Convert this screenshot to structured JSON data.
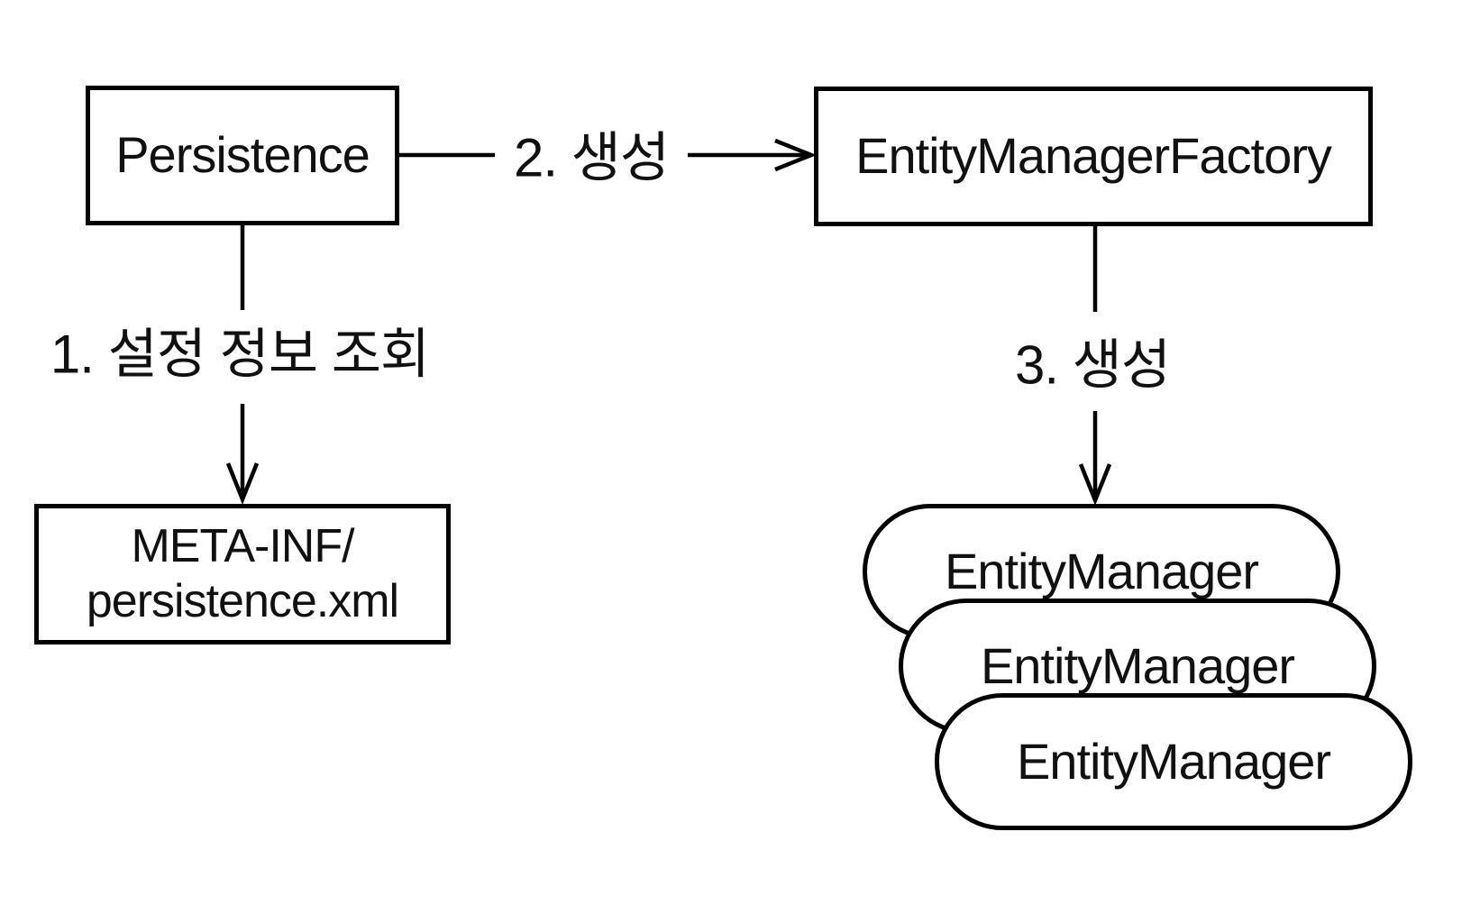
{
  "nodes": {
    "persistence": {
      "label": "Persistence"
    },
    "entity_manager_factory": {
      "label": "EntityManagerFactory"
    },
    "persistence_xml": {
      "line1": "META-INF/",
      "line2": "persistence.xml"
    },
    "entity_managers": [
      {
        "label": "EntityManager"
      },
      {
        "label": "EntityManager"
      },
      {
        "label": "EntityManager"
      }
    ]
  },
  "edges": {
    "step1": {
      "label": "1. 설정 정보 조회"
    },
    "step2": {
      "label": "2. 생성"
    },
    "step3": {
      "label": "3. 생성"
    }
  },
  "colors": {
    "background": "#ffffff",
    "stroke": "#000000",
    "text": "#111111"
  }
}
